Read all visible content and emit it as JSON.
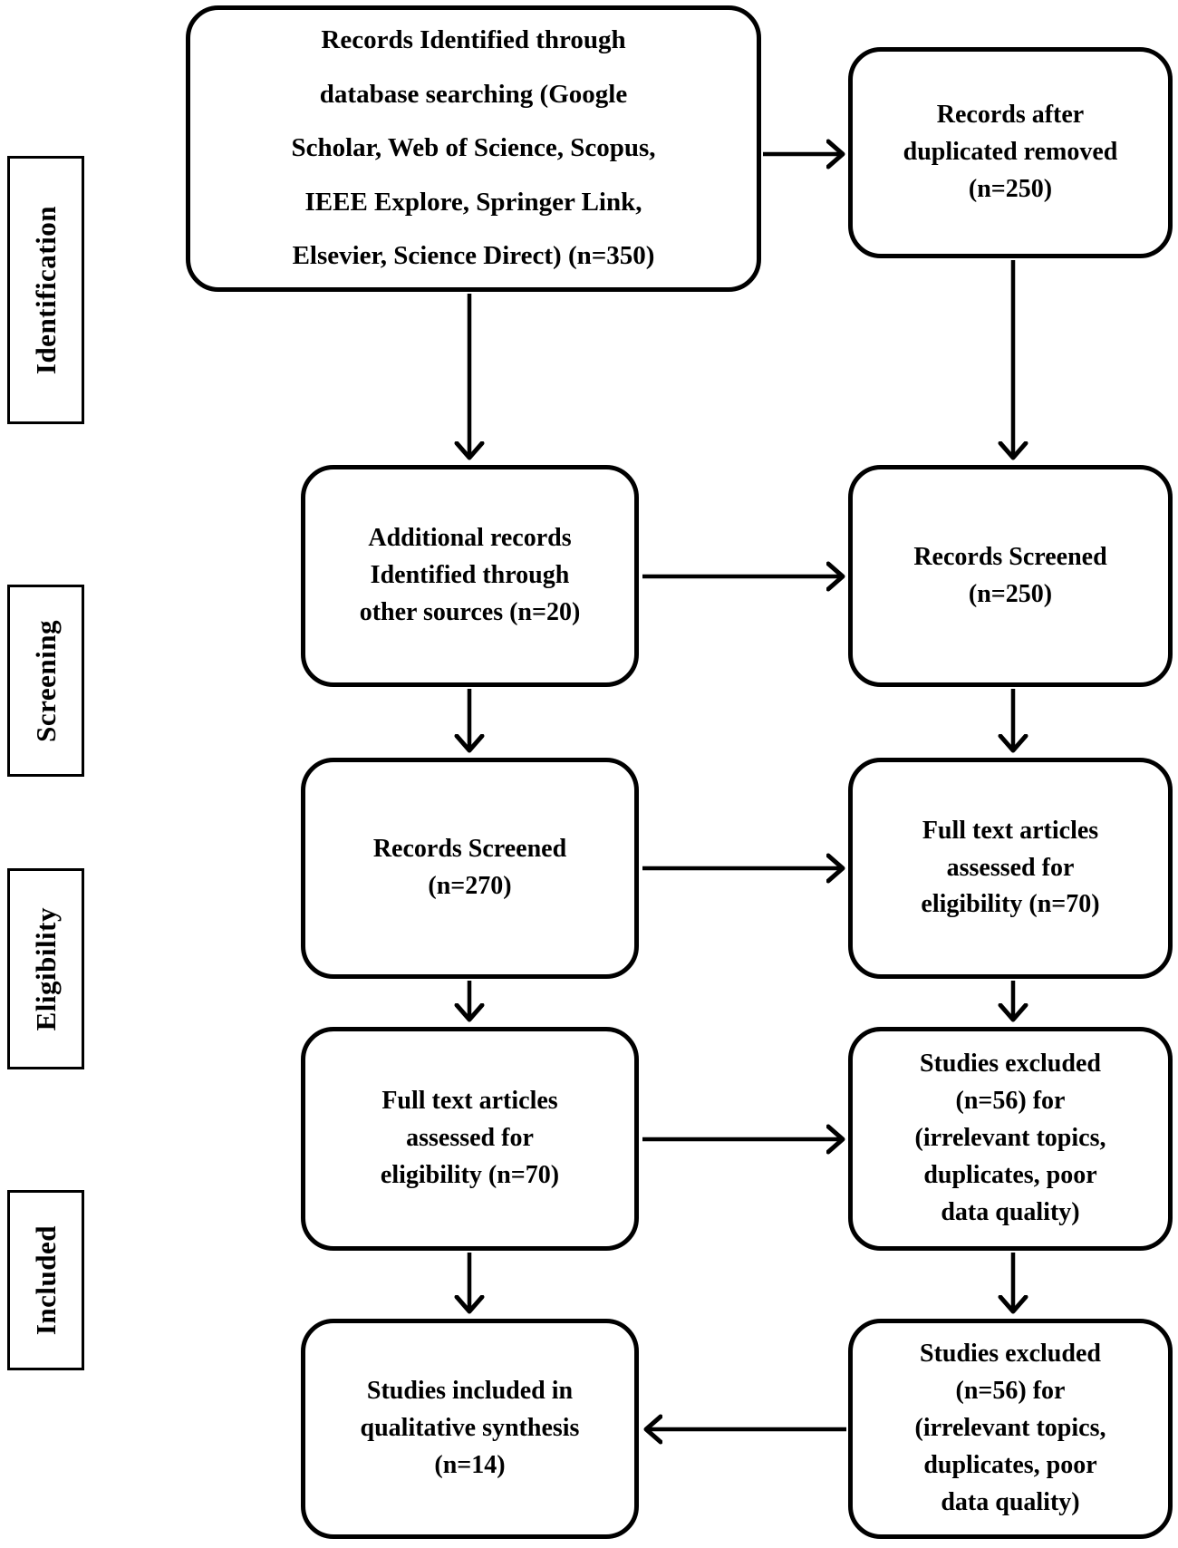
{
  "side_labels": {
    "identification": "Identification",
    "screening": "Screening",
    "eligibility": "Eligibility",
    "included": "Included"
  },
  "flow_boxes": {
    "records_identified": [
      "Records Identified through",
      "database searching (Google",
      "Scholar, Web of Science, Scopus,",
      "IEEE Explore, Springer Link,",
      "Elsevier, Science Direct) (n=350)"
    ],
    "records_after_duplicates": [
      "Records after",
      "duplicated removed",
      "(n=250)"
    ],
    "additional_records": [
      "Additional records",
      "Identified through",
      "other sources (n=20)"
    ],
    "records_screened_250": [
      "Records Screened",
      "(n=250)"
    ],
    "records_screened_270": [
      "Records Screened",
      "(n=270)"
    ],
    "full_text_assessed_right": [
      "Full text articles",
      "assessed for",
      "eligibility (n=70)"
    ],
    "full_text_assessed_left": [
      "Full text articles",
      "assessed for",
      "eligibility (n=70)"
    ],
    "studies_excluded_upper": [
      "Studies excluded",
      "(n=56) for",
      "(irrelevant topics,",
      "duplicates, poor",
      "data quality)"
    ],
    "studies_excluded_lower": [
      "Studies excluded",
      "(n=56) for",
      "(irrelevant topics,",
      "duplicates, poor",
      "data quality)"
    ],
    "studies_included": [
      "Studies included in",
      "qualitative synthesis",
      "(n=14)"
    ]
  },
  "colors": {
    "line": "#000000",
    "background": "#ffffff",
    "text": "#000000"
  }
}
